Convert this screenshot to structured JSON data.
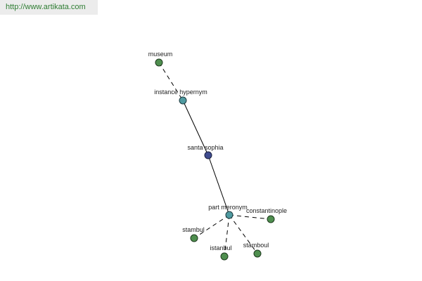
{
  "banner": {
    "url": "http://www.artikata.com"
  },
  "graph": {
    "nodes": {
      "museum": {
        "label": "museum",
        "kind": "term"
      },
      "instance_hypernym": {
        "label": "instance hypernym",
        "kind": "relation"
      },
      "santa_sophia": {
        "label": "santa sophia",
        "kind": "focus"
      },
      "part_meronym": {
        "label": "part meronym",
        "kind": "relation"
      },
      "constantinople": {
        "label": "constantinople",
        "kind": "term"
      },
      "stambul": {
        "label": "stambul",
        "kind": "term"
      },
      "istanbul": {
        "label": "istanbul",
        "kind": "term"
      },
      "stamboul": {
        "label": "stamboul",
        "kind": "term"
      }
    },
    "edges": [
      {
        "from": "museum",
        "to": "instance_hypernym",
        "style": "dashed"
      },
      {
        "from": "instance_hypernym",
        "to": "santa_sophia",
        "style": "solid"
      },
      {
        "from": "santa_sophia",
        "to": "part_meronym",
        "style": "solid"
      },
      {
        "from": "part_meronym",
        "to": "constantinople",
        "style": "dashed"
      },
      {
        "from": "part_meronym",
        "to": "stambul",
        "style": "dashed"
      },
      {
        "from": "part_meronym",
        "to": "istanbul",
        "style": "dashed"
      },
      {
        "from": "part_meronym",
        "to": "stamboul",
        "style": "dashed"
      }
    ],
    "colors": {
      "term": "#4f8f4f",
      "relation": "#4f9aa0",
      "focus": "#3f4c8f",
      "edge": "#000000"
    }
  }
}
